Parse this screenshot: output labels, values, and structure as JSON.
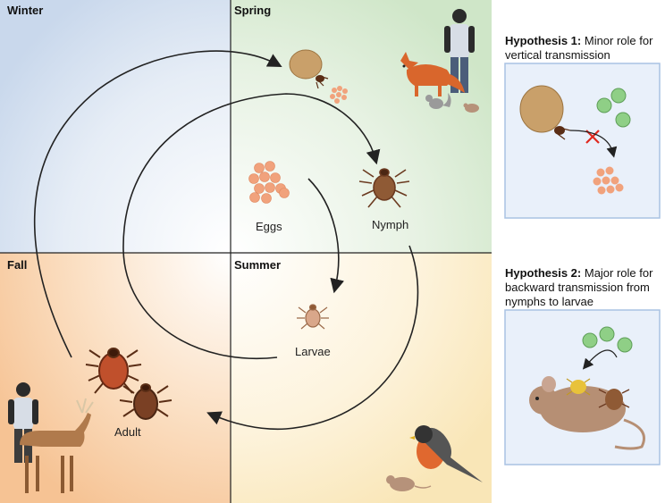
{
  "seasons": {
    "winter": "Winter",
    "spring": "Spring",
    "fall": "Fall",
    "summer": "Summer"
  },
  "stages": {
    "eggs": "Eggs",
    "nymph": "Nymph",
    "larvae": "Larvae",
    "adult": "Adult"
  },
  "hypothesis1": {
    "title": "Hypothesis 1:",
    "text": " Minor role for vertical transmission"
  },
  "hypothesis2": {
    "title": "Hypothesis 2:",
    "text": " Major role for backward transmission from nymphs to larvae"
  },
  "colors": {
    "winter": "#dfe8f4",
    "spring": "#e3f0df",
    "fall": "#f9d5ae",
    "summer": "#fbf0d4",
    "egg": "#f1a27c",
    "tick_body": "#8b4a2b",
    "pathogen": "#7ec07a"
  },
  "icons": [
    "fox-icon",
    "human-icon",
    "squirrel-icon",
    "mouse-icon",
    "deer-icon",
    "robin-icon",
    "tick-icon",
    "egg-cluster-icon",
    "pathogen-icon",
    "cross-icon"
  ]
}
